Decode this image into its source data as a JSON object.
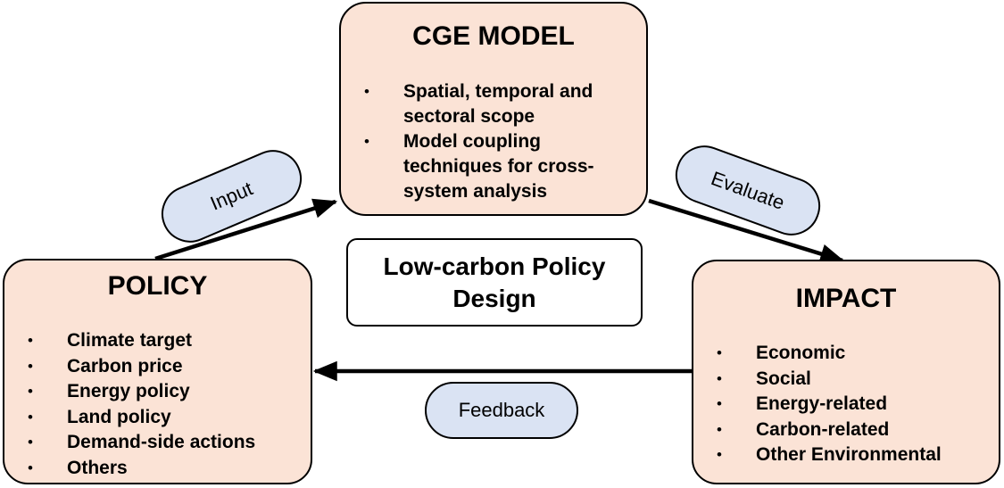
{
  "cge_model": {
    "title": "CGE MODEL",
    "items": [
      [
        "Spatial, temporal and",
        "sectoral scope"
      ],
      [
        "Model coupling",
        "techniques for cross-",
        "system analysis"
      ]
    ]
  },
  "center": {
    "title": "Low-carbon Policy Design"
  },
  "policy": {
    "title": "POLICY",
    "items": [
      "Climate target",
      "Carbon price",
      "Energy policy",
      "Land policy",
      "Demand-side actions",
      "Others"
    ]
  },
  "impact": {
    "title": "IMPACT",
    "items": [
      "Economic",
      "Social",
      "Energy-related",
      "Carbon-related",
      "Other Environmental"
    ]
  },
  "arrows": {
    "input_label": "Input",
    "evaluate_label": "Evaluate",
    "feedback_label": "Feedback"
  },
  "colors": {
    "box_fill": "#fbe3d6",
    "pill_fill": "#dae3f3",
    "stroke": "#000000"
  }
}
